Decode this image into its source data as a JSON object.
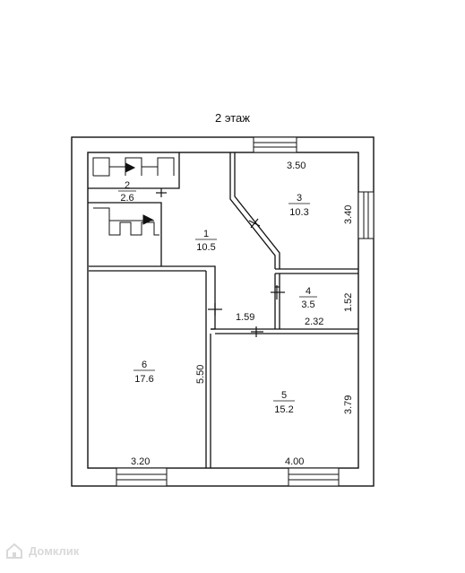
{
  "plan": {
    "title": "2 этаж",
    "rooms": [
      {
        "number": "1",
        "area": "10.5"
      },
      {
        "number": "2",
        "area": "2.6"
      },
      {
        "number": "3",
        "area": "10.3"
      },
      {
        "number": "4",
        "area": "3.5"
      },
      {
        "number": "5",
        "area": "15.2"
      },
      {
        "number": "6",
        "area": "17.6"
      }
    ],
    "dimensions": [
      "3.50",
      "3.40",
      "1.52",
      "2.32",
      "1.59",
      "5.50",
      "3.79",
      "3.20",
      "4.00"
    ]
  },
  "watermark": {
    "text": "Домклик"
  }
}
